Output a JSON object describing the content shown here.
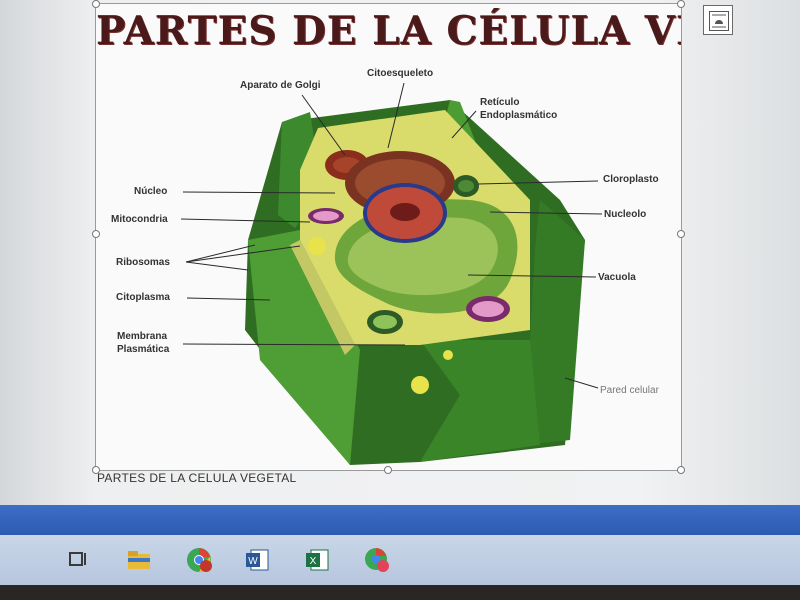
{
  "slide": {
    "title": "PARTES DE LA CÉLULA VEGETA",
    "caption": "PARTES DE LA CELULA VEGETAL"
  },
  "diagram": {
    "labels": {
      "golgi": "Aparato de Golgi",
      "cytoskeleton": "Citoesqueleto",
      "er_line1": "Retículo",
      "er_line2": "Endoplasmático",
      "nucleus": "Núcleo",
      "mitochondria": "Mitocondria",
      "ribosomes": "Ribosomas",
      "cytoplasm": "Citoplasma",
      "membrane_line1": "Membrana",
      "membrane_line2": "Plasmática",
      "chloroplast": "Cloroplasto",
      "nucleolus": "Nucleolo",
      "vacuole": "Vacuola",
      "cell_wall": "Pared celular"
    }
  },
  "taskbar": {
    "icons": [
      "task-view-icon",
      "file-explorer-icon",
      "chrome-icon",
      "word-icon",
      "excel-icon",
      "chrome-profile-icon"
    ]
  },
  "colors": {
    "accent_bar": "#2b5bb1",
    "cell_wall": "#3f8a2a",
    "cytoplasm": "#d9dc6a",
    "title": "#4a1a1a"
  }
}
